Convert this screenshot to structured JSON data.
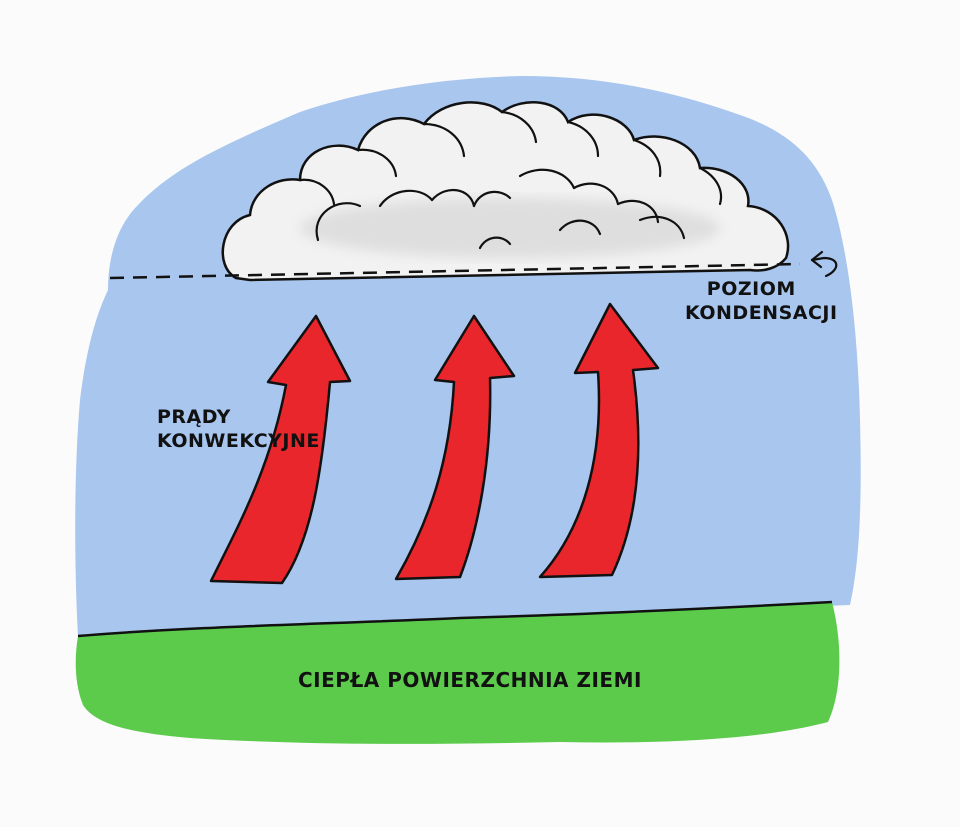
{
  "labels": {
    "convective_currents": [
      "PRĄDY",
      "KONWEKCYJNE"
    ],
    "condensation_level": [
      "POZIOM",
      "KONDENSACJI"
    ],
    "ground": "CIEPŁA POWIERZCHNIA ZIEMI"
  },
  "colors": {
    "sky": "#a8c6ee",
    "ground": "#5ccb4c",
    "arrow": "#e8262c",
    "cloud": "#f2f2f2",
    "outline": "#111111"
  }
}
